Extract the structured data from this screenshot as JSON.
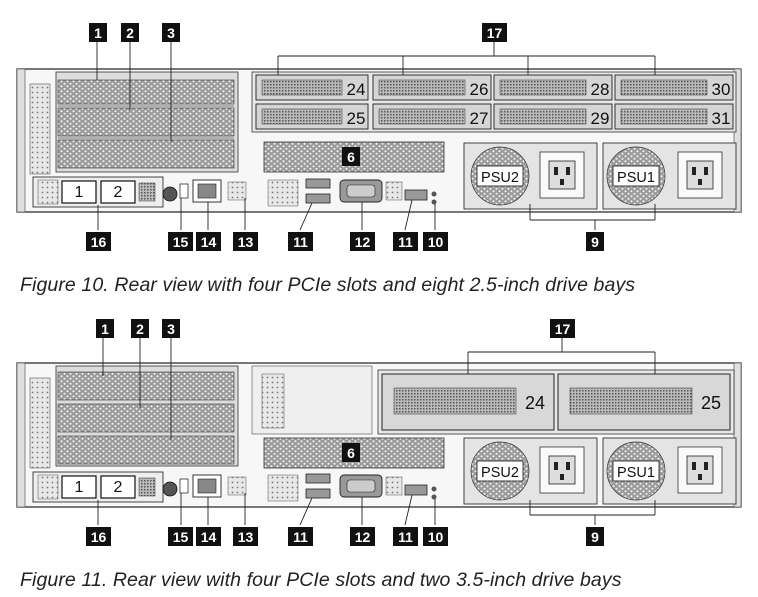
{
  "figures": [
    {
      "caption": "Figure 10. Rear view with four PCIe slots and eight 2.5-inch drive bays",
      "callouts": {
        "c1": "1",
        "c2": "2",
        "c3": "3",
        "c17": "17",
        "c16": "16",
        "c15": "15",
        "c14": "14",
        "c13": "13",
        "c11a": "11",
        "c12": "12",
        "c11b": "11",
        "c10": "10",
        "c9": "9",
        "c6": "6"
      },
      "drive_bays": [
        "24",
        "26",
        "28",
        "30",
        "25",
        "27",
        "29",
        "31"
      ],
      "psu_labels": [
        "PSU2",
        "PSU1"
      ],
      "slot_numbers": [
        "1",
        "2"
      ]
    },
    {
      "caption": "Figure 11. Rear view with four PCIe slots and two 3.5-inch drive bays",
      "callouts": {
        "c1": "1",
        "c2": "2",
        "c3": "3",
        "c17": "17",
        "c16": "16",
        "c15": "15",
        "c14": "14",
        "c13": "13",
        "c11a": "11",
        "c12": "12",
        "c11b": "11",
        "c10": "10",
        "c9": "9",
        "c6": "6"
      },
      "drive_bays": [
        "24",
        "25"
      ],
      "psu_labels": [
        "PSU2",
        "PSU1"
      ],
      "slot_numbers": [
        "1",
        "2"
      ]
    }
  ]
}
